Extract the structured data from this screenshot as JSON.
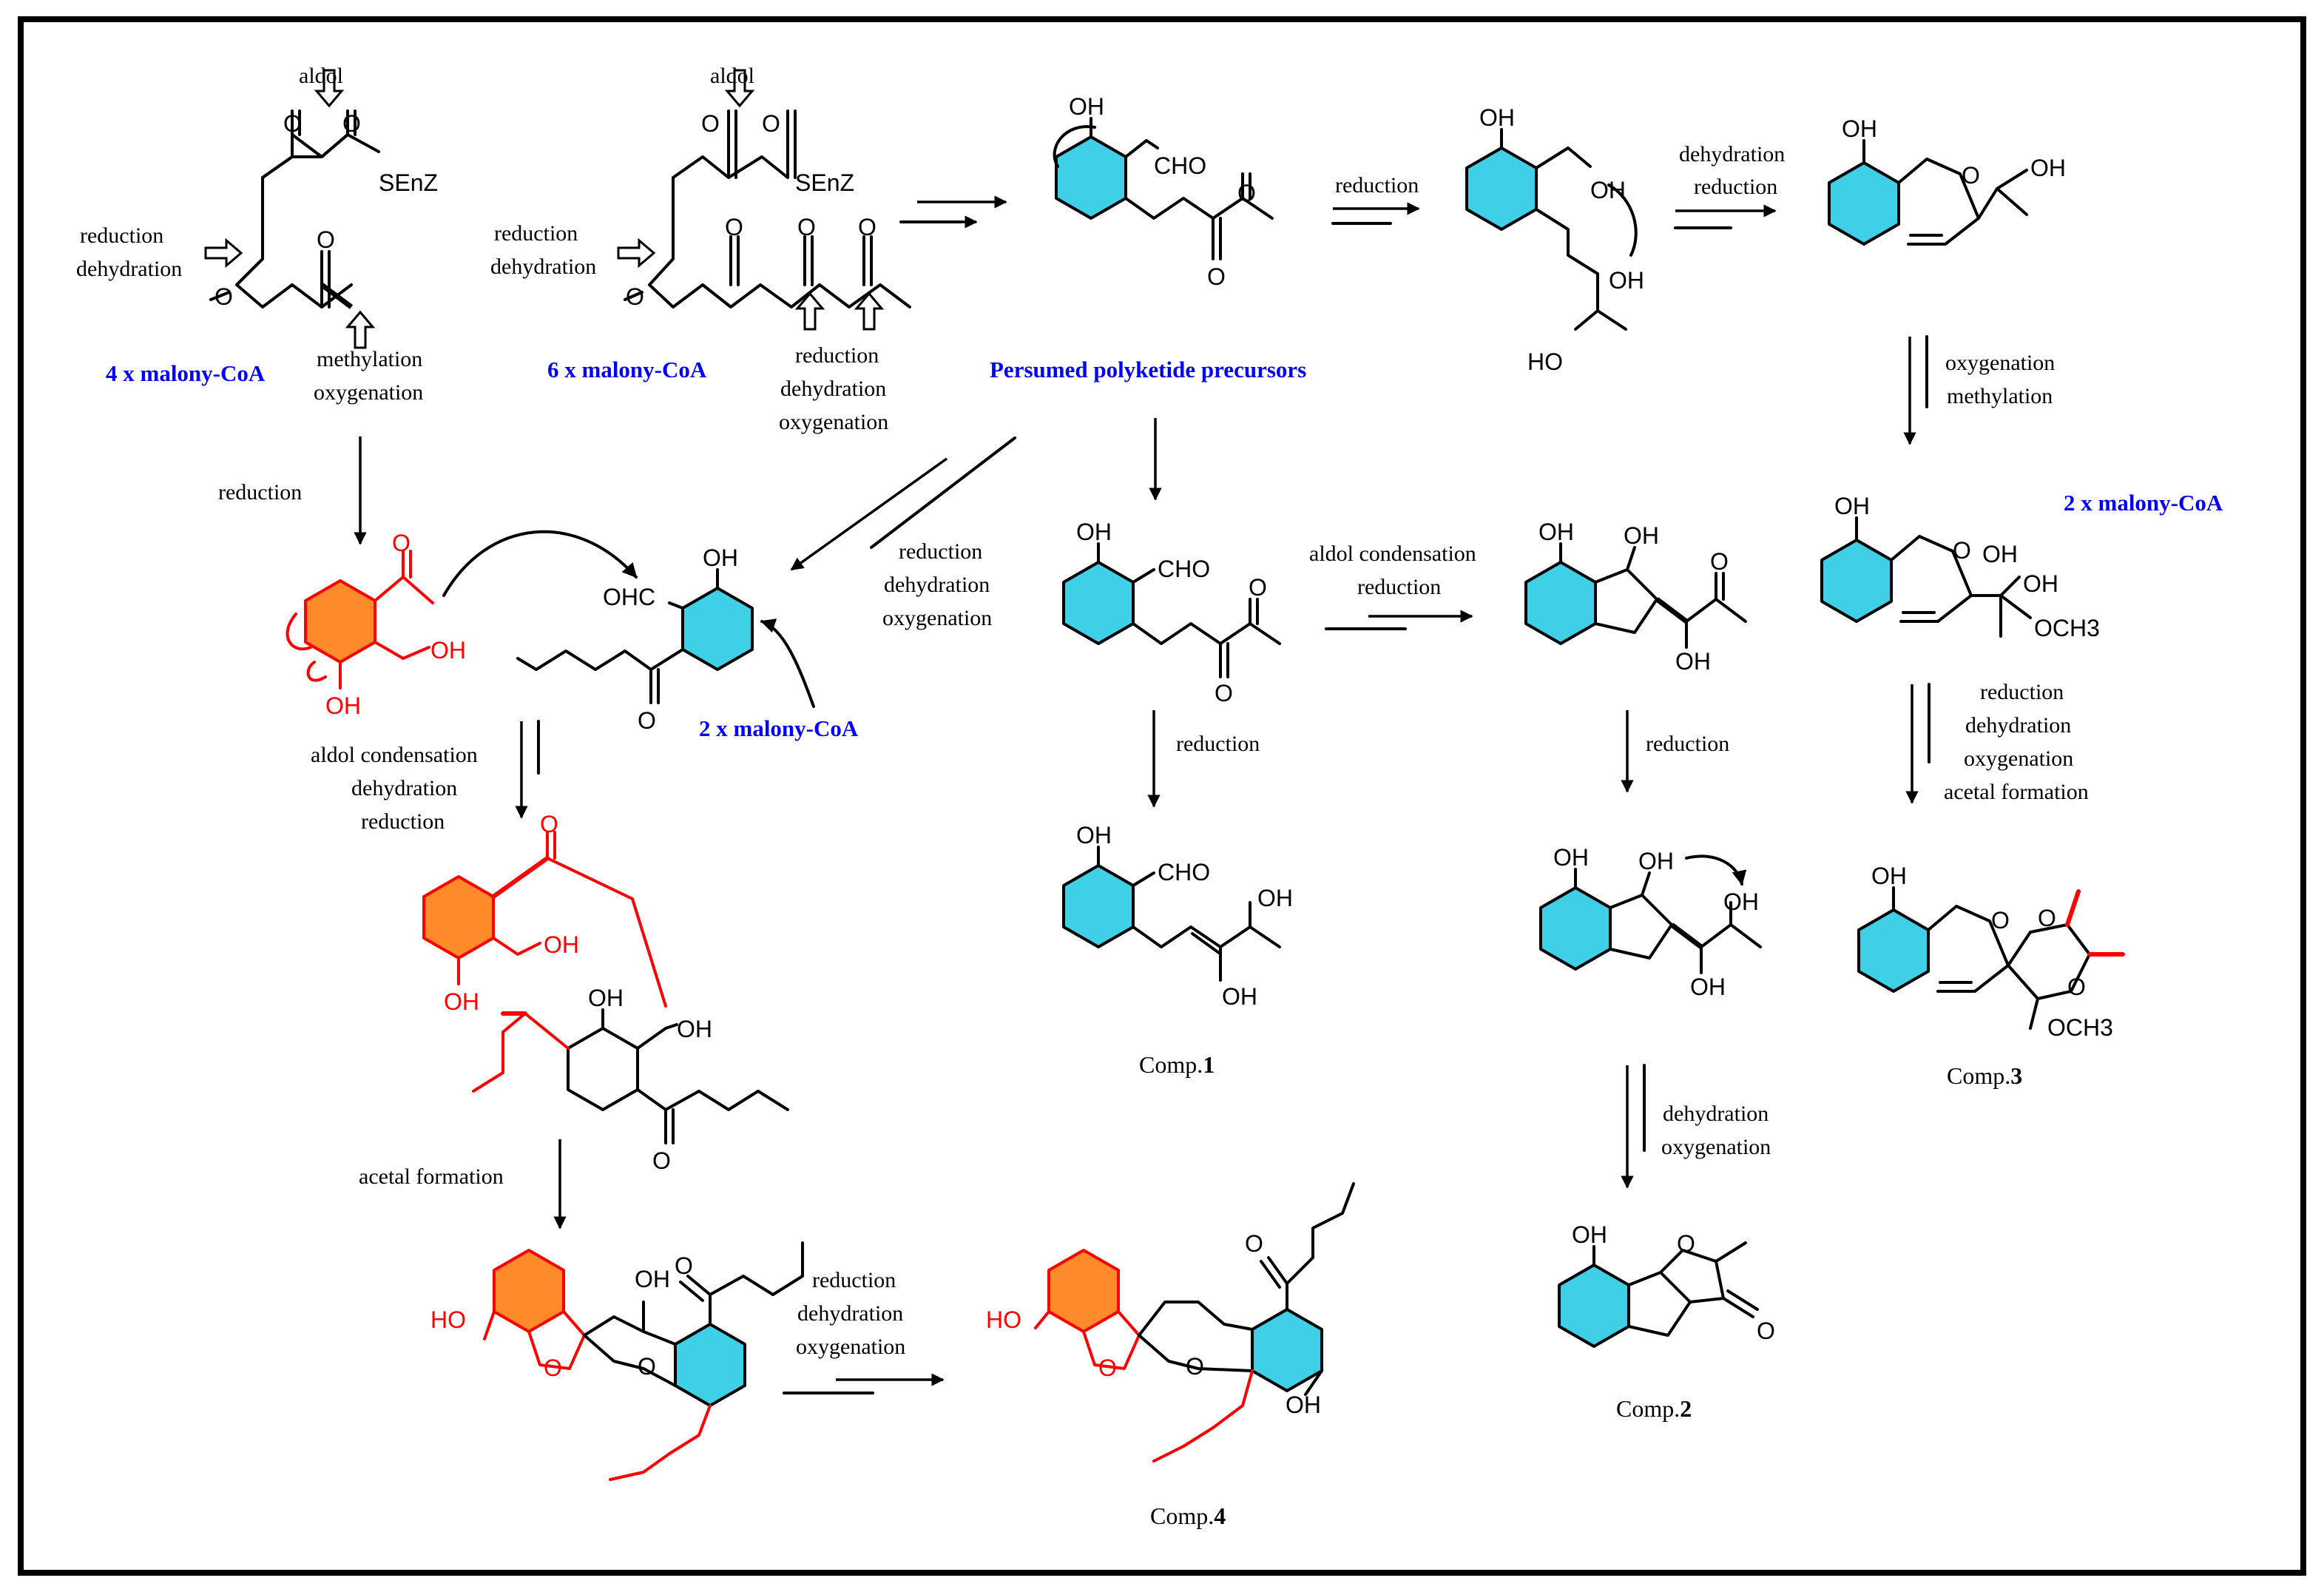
{
  "labels": {
    "aldol_1": "aldol",
    "aldol_2": "aldol",
    "red_dehyd_1a": "reduction",
    "red_dehyd_1b": "dehydration",
    "red_dehyd_2a": "reduction",
    "red_dehyd_2b": "dehydration",
    "meth_oxy_a": "methylation",
    "meth_oxy_b": "oxygenation",
    "rdo_top_a": "reduction",
    "rdo_top_b": "dehydration",
    "rdo_top_c": "oxygenation",
    "reduction_top": "reduction",
    "dehyd_red_a": "dehydration",
    "dehyd_red_b": "reduction",
    "oxy_meth_a": "oxygenation",
    "oxy_meth_b": "methylation",
    "reduction_left": "reduction",
    "rdo_mid_a": "reduction",
    "rdo_mid_b": "dehydration",
    "rdo_mid_c": "oxygenation",
    "aldol_cond_red_a": "aldol condensation",
    "aldol_cond_red_b": "reduction",
    "aldol_dehyd_red_a": "aldol condensation",
    "aldol_dehyd_red_b": "dehydration",
    "aldol_dehyd_red_c": "reduction",
    "reduction_comp1": "reduction",
    "reduction_mid": "reduction",
    "rdoa_a": "reduction",
    "rdoa_b": "dehydration",
    "rdoa_c": "oxygenation",
    "rdoa_d": "acetal formation",
    "acetal_formation": "acetal formation",
    "rdo_bot_a": "reduction",
    "rdo_bot_b": "dehydration",
    "rdo_bot_c": "oxygenation",
    "dehyd_oxy_a": "dehydration",
    "dehyd_oxy_b": "oxygenation"
  },
  "precursors": {
    "four": "4 x malony-CoA",
    "six": "6 x malony-CoA",
    "two_a": "2 x malony-CoA",
    "two_b": "2 x malony-CoA",
    "persumed": "Persumed polyketide precursors"
  },
  "atoms": {
    "SEnZ": "SEnZ",
    "O": "O",
    "OH": "OH",
    "HO": "HO",
    "CHO": "CHO",
    "OHC": "OHC",
    "OCH3": "OCH3"
  },
  "compounds": {
    "c1_prefix": "Comp.",
    "c1_num": "1",
    "c2_prefix": "Comp.",
    "c2_num": "2",
    "c3_prefix": "Comp.",
    "c3_num": "3",
    "c4_prefix": "Comp.",
    "c4_num": "4"
  },
  "colors": {
    "cyan": "#3fd0e8",
    "orange": "#ff8a2a",
    "red": "#ff0000",
    "blue": "#0000ff"
  }
}
